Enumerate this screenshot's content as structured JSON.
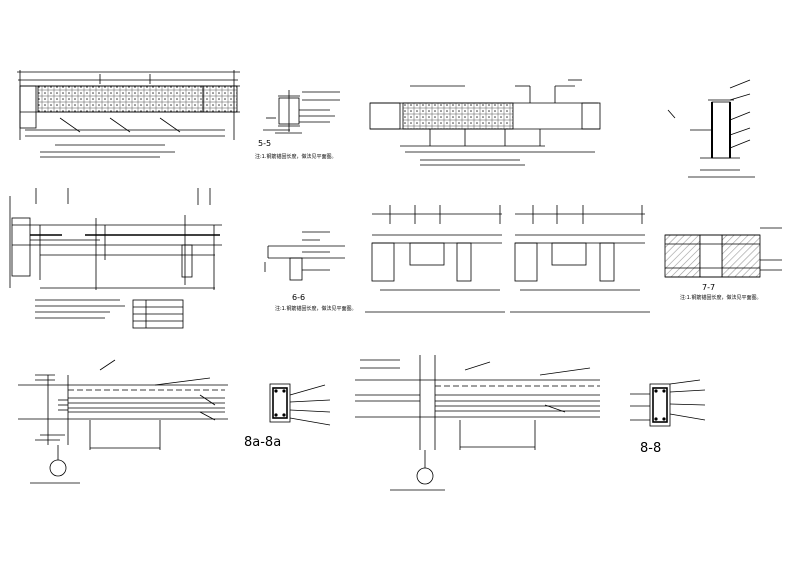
{
  "sections": {
    "s5": "5-5",
    "s6": "6-6",
    "s7": "7-7",
    "s8a": "8a-8a",
    "s8": "8-8"
  },
  "notes": {
    "note1": "注:1.钢筋锚固长度，做法见平面图。",
    "note2": "注:1.钢筋锚固长度，做法见平面图。",
    "note3": "注:1.钢筋锚固长度，做法见平面图。"
  },
  "colors": {
    "line": "#000000",
    "hatch": "#9a9a9a",
    "stroke": "#333333"
  }
}
